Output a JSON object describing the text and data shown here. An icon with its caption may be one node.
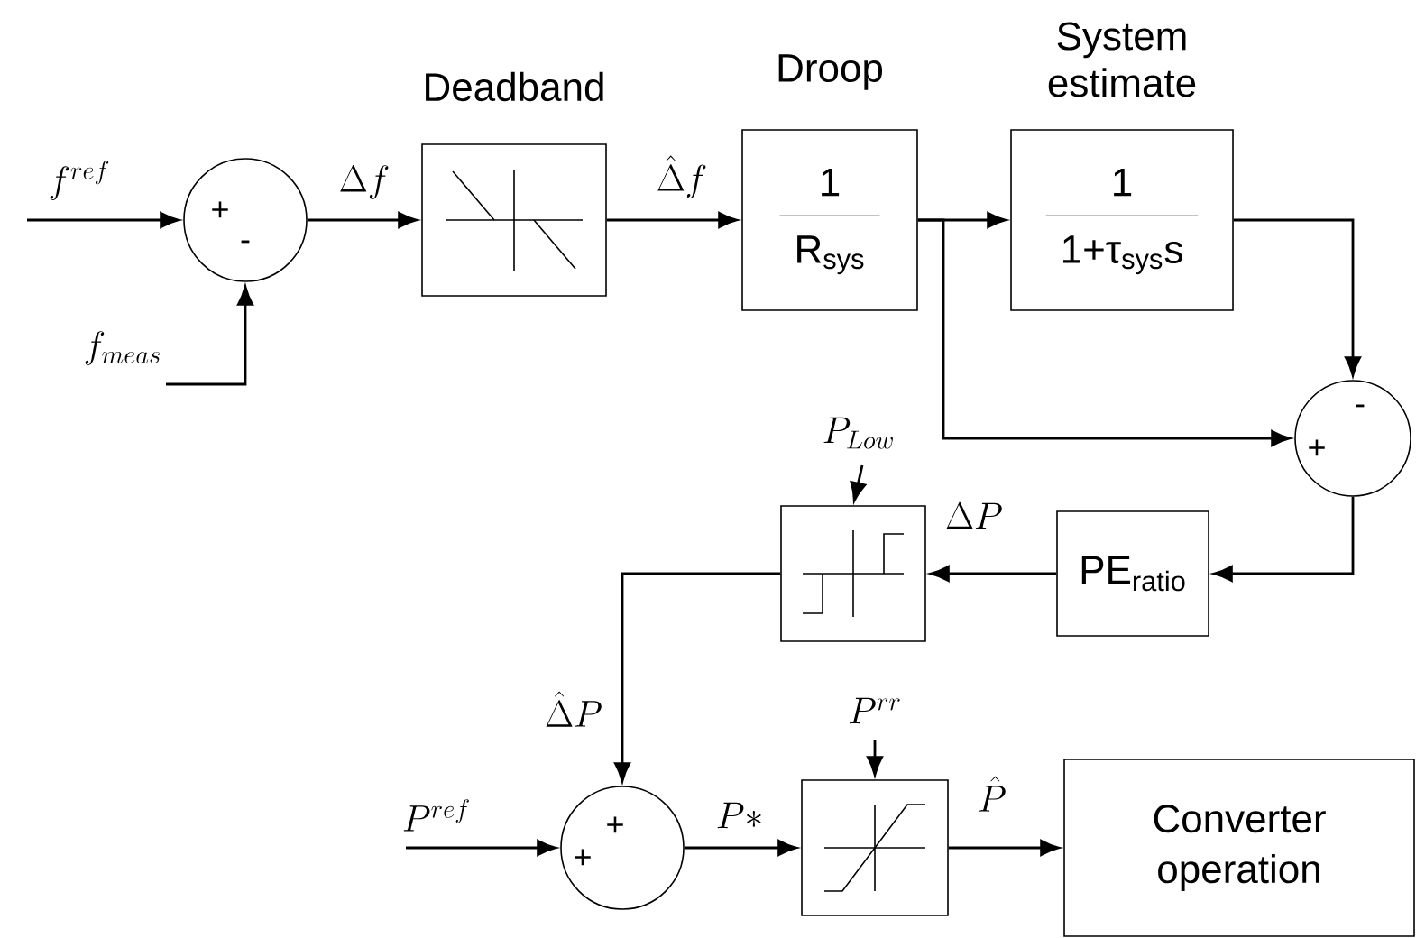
{
  "diagram": {
    "nodes": [
      {
        "text": [
          "+",
          "-"
        ]
      },
      {
        "text": [
          "Deadband"
        ]
      },
      {
        "text": [
          "Droop",
          "1",
          "R$_{sys}$"
        ]
      },
      {
        "text": [
          "System estimate",
          "1",
          "1+τ$_{sys}$s"
        ]
      },
      {
        "text": [
          "-",
          "+"
        ]
      },
      {
        "text": [
          "PE$_{ratio}$"
        ]
      },
      {
        "text": [],
        "shape": "box"
      },
      {
        "text": [
          "+",
          "+"
        ]
      },
      {
        "text": [],
        "shape": "box"
      },
      {
        "text": [
          "Converter operation"
        ]
      }
    ],
    "edges": [
      {
        "from": null,
        "to": 0,
        "arrow": "to",
        "label": "f^{ref}"
      },
      {
        "from": null,
        "to": 0,
        "arrow": "to",
        "label": "f_{meas}"
      },
      {
        "from": 0,
        "to": 1,
        "arrow": "to",
        "label": "\\Delta f"
      },
      {
        "from": 1,
        "to": 2,
        "arrow": "to",
        "label": "\\hat{\\Delta} f"
      },
      {
        "from": 2,
        "to": 3,
        "arrow": "to"
      },
      {
        "from": 2,
        "to": 4,
        "arrow": "to"
      },
      {
        "from": 3,
        "to": 4,
        "arrow": "to"
      },
      {
        "from": 4,
        "to": 5,
        "arrow": "to"
      },
      {
        "from": 5,
        "to": 6,
        "arrow": "to",
        "label": "\\Delta P"
      },
      {
        "from": null,
        "to": 6,
        "arrow": "to",
        "label": "P_{Low}"
      },
      {
        "from": 6,
        "to": 7,
        "arrow": "to",
        "label": "\\hat{\\Delta} P"
      },
      {
        "from": null,
        "to": 7,
        "arrow": "to",
        "label": "P^{ref}"
      },
      {
        "from": 7,
        "to": 8,
        "arrow": "to",
        "label": "P*"
      },
      {
        "from": null,
        "to": 8,
        "arrow": "to",
        "label": "P^{rr}"
      },
      {
        "from": 8,
        "to": 9,
        "arrow": "to",
        "label": "\\hat{P}"
      }
    ]
  }
}
